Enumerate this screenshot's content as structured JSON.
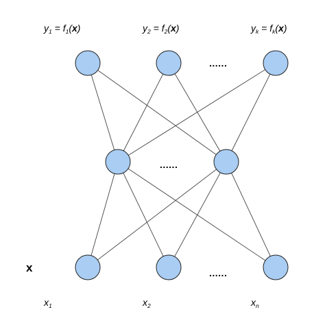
{
  "colors": {
    "node_fill": "#a9cdf3",
    "node_stroke": "#222222",
    "edge": "#444444"
  },
  "input_vector_label": "x",
  "ellipsis": "......",
  "outputs": [
    {
      "var": "y",
      "sub": "1",
      "eq": " = ",
      "func": "f",
      "fsub": "1",
      "arg_open": "(",
      "arg": "x",
      "arg_close": ")"
    },
    {
      "var": "y",
      "sub": "2",
      "eq": " = ",
      "func": "f",
      "fsub": "2",
      "arg_open": "(",
      "arg": "x",
      "arg_close": ")"
    },
    {
      "var": "y",
      "sub": "k",
      "eq": " = ",
      "func": "f",
      "fsub": "k",
      "arg_open": "(",
      "arg": "x",
      "arg_close": ")"
    }
  ],
  "inputs": [
    {
      "var": "x",
      "sub": "1"
    },
    {
      "var": "x",
      "sub": "2"
    },
    {
      "var": "x",
      "sub": "n"
    }
  ]
}
